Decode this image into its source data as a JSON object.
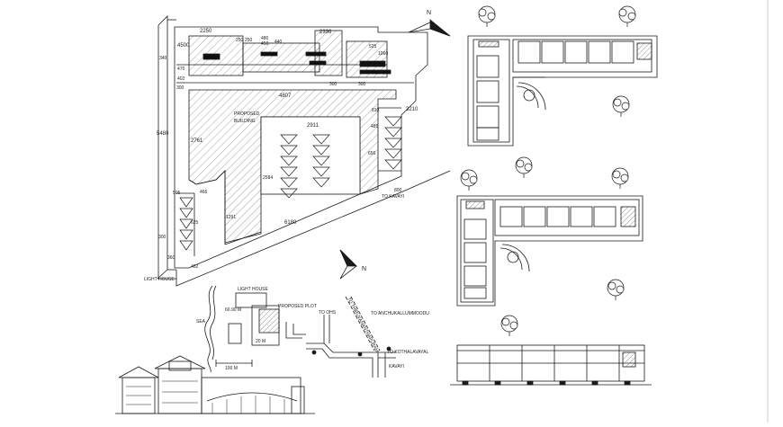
{
  "site_plan": {
    "north": "N",
    "dimensions": [
      "2250",
      "4500",
      "2336",
      "480",
      "250",
      "250",
      "440",
      "450",
      "525",
      "340",
      "470",
      "402",
      "300",
      "1060",
      "300",
      "300",
      "4807",
      "3210",
      "5480",
      "2761",
      "2911",
      "656",
      "505",
      "2584",
      "1291",
      "485",
      "625",
      "466",
      "300",
      "6180",
      "360",
      "810",
      "800"
    ],
    "proposed_label_1": "PROPOSED",
    "proposed_label_2": "BUILDING",
    "light_house": "LIGHT HOUSE",
    "to_kavayi": "TO KAVAYI"
  },
  "location_map": {
    "north": "N",
    "light_house": "LIGHT HOUSE",
    "proposed_plot": "PROPOSED PLOT",
    "to_ohs": "TO OHS",
    "to_anchukallumoodu": "TO ANCHUKALLUMMOODU",
    "to_kottuvayal": "TO KOTHALAVAYAL",
    "sea": "SEA",
    "distance_1": "60.90 M",
    "distance_2": "20 M",
    "distance_3": "100 M",
    "road_label": "TO THIRUVANANTHAPURAM",
    "kavayi": "KAVAYI"
  },
  "colors": {
    "line": "#1a1a1a",
    "hatch": "#555555",
    "accent": "#d03030"
  }
}
